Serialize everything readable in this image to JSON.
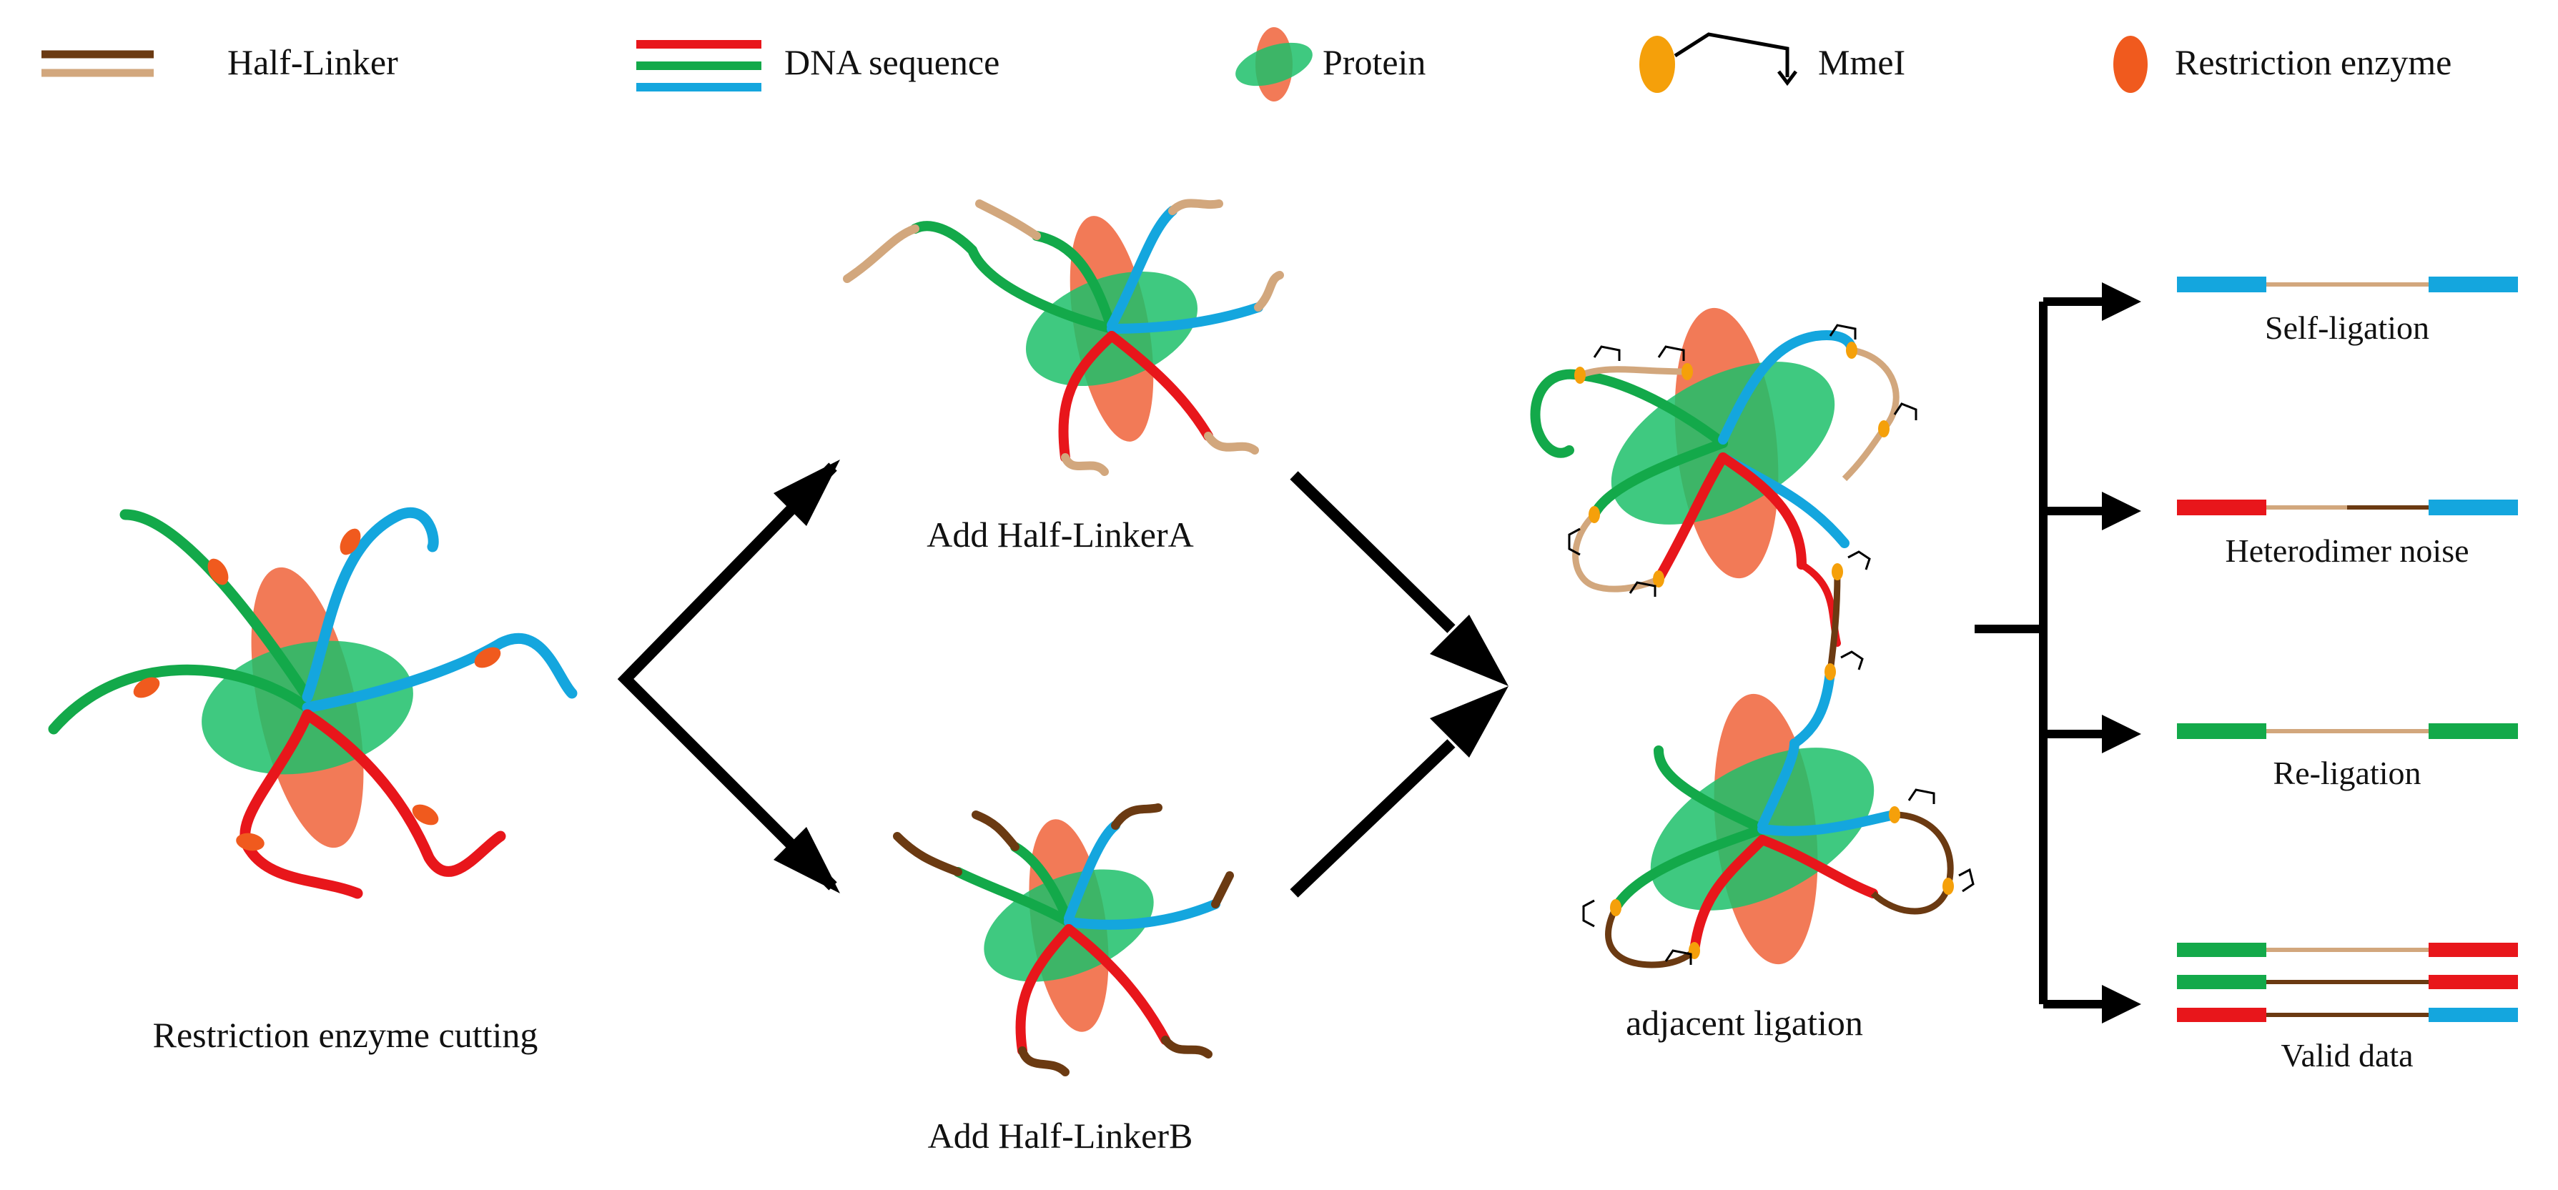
{
  "legend": {
    "half_linker": "Half-Linker",
    "dna_sequence": "DNA sequence",
    "protein": "Protein",
    "mmei": "MmeI",
    "restriction_enzyme": "Restriction enzyme"
  },
  "stages": {
    "restriction_cutting": "Restriction enzyme cutting",
    "add_linker_a": "Add Half-LinkerA",
    "add_linker_b": "Add Half-LinkerB",
    "adjacent_ligation": "adjacent ligation"
  },
  "outcomes": [
    {
      "label": "Self-ligation"
    },
    {
      "label": "Heterodimer noise"
    },
    {
      "label": "Re-ligation"
    },
    {
      "label": "Valid data"
    }
  ],
  "colors": {
    "dna_red": "#e8161b",
    "dna_green": "#13a94a",
    "dna_blue": "#14a6de",
    "linker_dark": "#6b3a12",
    "linker_light": "#d2a77d",
    "protein_orange": "#f27a57",
    "protein_green": "#1dbf6a",
    "mmei_orange": "#f5a00a",
    "enzyme_orange": "#f05a1e",
    "arrow": "#000000"
  }
}
